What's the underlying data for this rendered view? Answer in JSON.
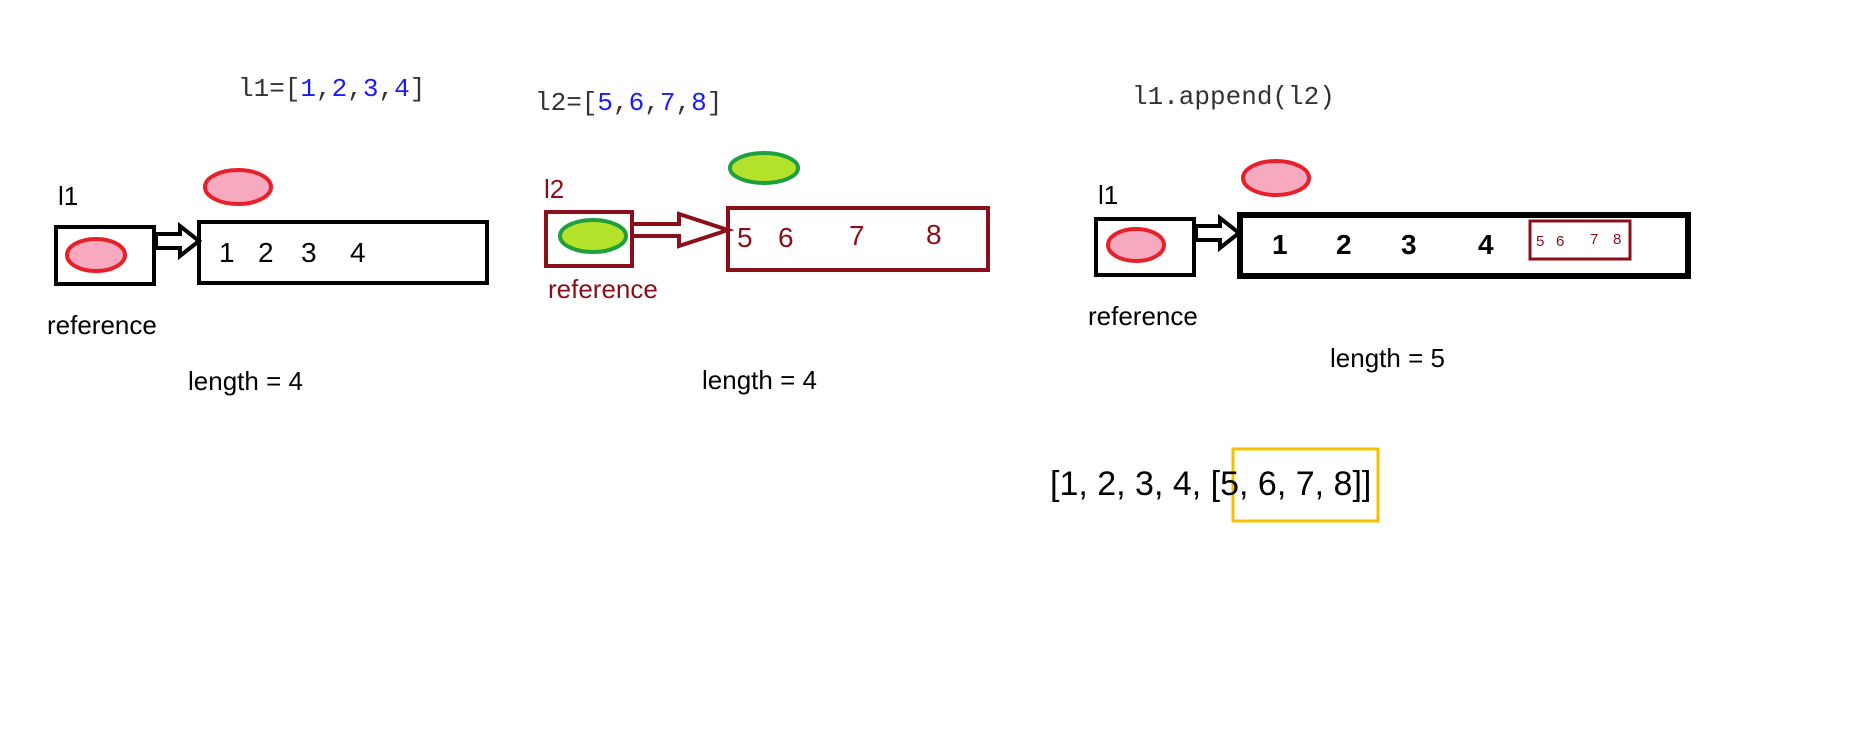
{
  "colors": {
    "black": "#000000",
    "dark_red": "#8b0f1a",
    "blue": "#1a1aff",
    "ellipse_pink_fill": "#f7a9bf",
    "ellipse_pink_stroke": "#e8202a",
    "ellipse_green_fill": "#b5e22a",
    "ellipse_green_stroke": "#1ea040",
    "highlight": "#f5c000"
  },
  "panel1": {
    "code": {
      "prefix": "l1=[",
      "items": [
        "1",
        "2",
        "3",
        "4"
      ],
      "separator": ",",
      "suffix": "]"
    },
    "var_label": "l1",
    "elements": [
      "1",
      "2",
      "3",
      "4"
    ],
    "ref_label": "reference",
    "length_label": "length = 4"
  },
  "panel2": {
    "code": {
      "prefix": "l2=[",
      "items": [
        "5",
        "6",
        "7",
        "8"
      ],
      "separator": ",",
      "suffix": "]"
    },
    "var_label": "l2",
    "elements": [
      "5",
      "6",
      "7",
      "8"
    ],
    "ref_label": "reference",
    "length_label": "length = 4"
  },
  "panel3": {
    "code": "l1.append(l2)",
    "var_label": "l1",
    "elements": [
      "1",
      "2",
      "3",
      "4"
    ],
    "nested_elements": [
      "5",
      "6",
      "7",
      "8"
    ],
    "ref_label": "reference",
    "length_label": "length = 5"
  },
  "result": {
    "prefix": "[1, 2, 3, 4, [",
    "highlighted": "5, 6, 7, 8",
    "suffix": "]]"
  }
}
